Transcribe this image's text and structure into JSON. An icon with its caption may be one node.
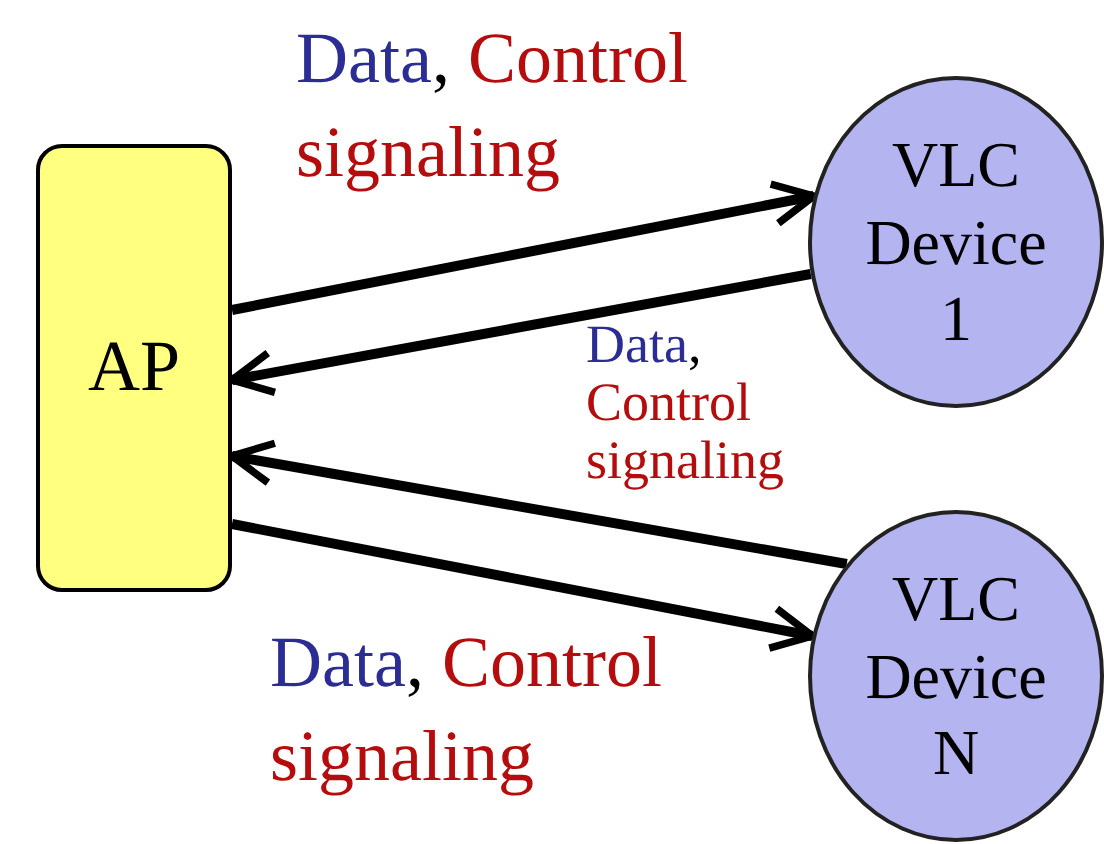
{
  "diagram": {
    "nodes": [
      {
        "text": [
          "AP"
        ]
      },
      {
        "text": [
          "VLC Device 1"
        ]
      },
      {
        "text": [
          "VLC Device N"
        ]
      }
    ],
    "edges": [
      {
        "from": 0,
        "to": 1,
        "arrow": "to",
        "label": "Data, Control signaling"
      },
      {
        "from": 1,
        "to": 0,
        "arrow": "to"
      },
      {
        "from": 2,
        "to": 0,
        "arrow": "to"
      },
      {
        "from": 0,
        "to": 2,
        "arrow": "to",
        "label": "Data, Control signaling"
      }
    ],
    "labels": [
      "Data, Control signaling"
    ]
  }
}
